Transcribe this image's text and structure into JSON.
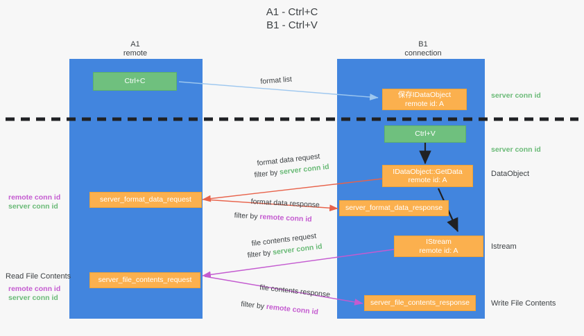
{
  "title": "A1 - Ctrl+C\nB1 - Ctrl+V",
  "lanes": [
    {
      "name": "A1",
      "subtitle": "remote",
      "header": "A1\nremote"
    },
    {
      "name": "B1",
      "subtitle": "connection",
      "header": "B1\nconnection"
    }
  ],
  "boxes": {
    "ctrl_c": "Ctrl+C",
    "save_idataobject": "保存IDataObject\nremote id: A",
    "ctrl_v": "Ctrl+V",
    "getdata": "IDataObject::GetData\nremote id: A",
    "server_format_data_request": "server_format_data_request",
    "server_format_data_response": "server_format_data_response",
    "istream": "IStream\nremote id: A",
    "server_file_contents_request": "server_file_contents_request",
    "server_file_contents_response": "server_file_contents_response"
  },
  "arrow_labels": {
    "format_list": "format list",
    "format_data_request": "format data request",
    "format_data_request_filter_prefix": "filter by ",
    "format_data_request_filter_value": "server conn id",
    "format_data_response": "format data response",
    "format_data_response_filter_prefix": "filter by ",
    "format_data_response_filter_value": "remote conn id",
    "file_contents_request": "file contents request",
    "file_contents_request_filter_prefix": "filter by ",
    "file_contents_request_filter_value": "server conn id",
    "file_contents_response": "file contents response",
    "file_contents_response_filter_prefix": "filter by ",
    "file_contents_response_filter_value": "remote conn id"
  },
  "right_labels": {
    "server_conn_id_top": "server conn id",
    "server_conn_id_mid": "server conn id",
    "dataobject": "DataObject",
    "istream": "Istream",
    "write_file_contents": "Write File Contents"
  },
  "left_labels": {
    "conn_ids_mid": {
      "remote": "remote conn id",
      "server": "server conn id"
    },
    "read_file_contents": "Read File Contents",
    "conn_ids_bottom": {
      "remote": "remote conn id",
      "server": "server conn id"
    }
  },
  "colors": {
    "lane": "#4285de",
    "green_box": "#6fc07e",
    "orange_box": "#fbb04e",
    "green_text": "#6aba77",
    "magenta_text": "#c45bd0",
    "red_arrow": "#e8624a",
    "magenta_arrow": "#c45bd0",
    "light_blue_arrow": "#9dc7ef",
    "dark_arrow": "#202124",
    "background": "#f7f7f7"
  }
}
